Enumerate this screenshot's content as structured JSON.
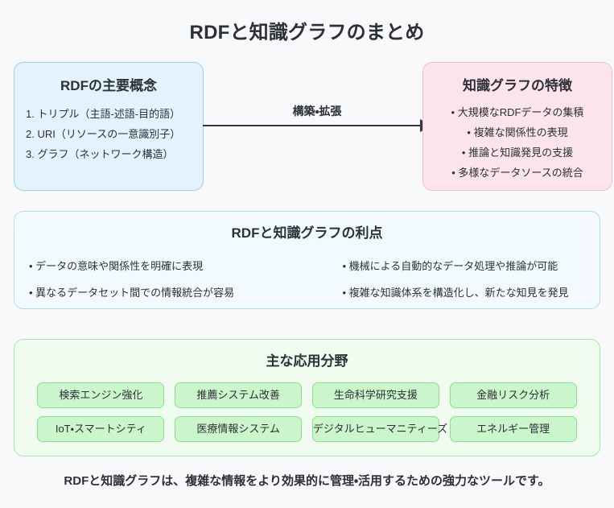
{
  "page": {
    "title": "RDFと知識グラフのまとめ",
    "background_color": "#f8f9fa",
    "text_color": "#2c3136"
  },
  "concepts_card": {
    "title": "RDFの主要概念",
    "background_color": "#e3f2fd",
    "border_color": "#9ed0f5",
    "items": [
      "1. トリプル（主語-述語-目的語）",
      "2. URI（リソースの一意識別子）",
      "3. グラフ（ネットワーク構造）"
    ]
  },
  "flow": {
    "label": "構築・拡張",
    "direction": "left-to-right",
    "color": "#33383d"
  },
  "features_card": {
    "title": "知識グラフの特徴",
    "background_color": "#fce4ec",
    "border_color": "#f7b9cd",
    "items": [
      "大規模なRDFデータの集積",
      "複雑な関係性の表現",
      "推論と知識発見の支援",
      "多様なデータソースの統合"
    ]
  },
  "benefits_card": {
    "title": "RDFと知識グラフの利点",
    "background_color": "#f3faff",
    "border_color": "#b6d9f3",
    "left_items": [
      "データの意味や関係性を明確に表現",
      "異なるデータセット間での情報統合が容易"
    ],
    "right_items": [
      "機械による自動的なデータ処理や推論が可能",
      "複雑な知識体系を構造化し、新たな知見を発見"
    ]
  },
  "applications_card": {
    "title": "主な応用分野",
    "background_color": "#f1fcf1",
    "border_color": "#a7e9a7",
    "tag_background_color": "#cbf5cb",
    "tag_border_color": "#8ae08a",
    "tags": [
      "検索エンジン強化",
      "推薦システム改善",
      "生命科学研究支援",
      "金融リスク分析",
      "IoT・スマートシティ",
      "医療情報システム",
      "デジタルヒューマニティーズ",
      "エネルギー管理"
    ]
  },
  "footer": {
    "text": "RDFと知識グラフは、複雑な情報をより効果的に管理・活用するための強力なツールです。"
  }
}
